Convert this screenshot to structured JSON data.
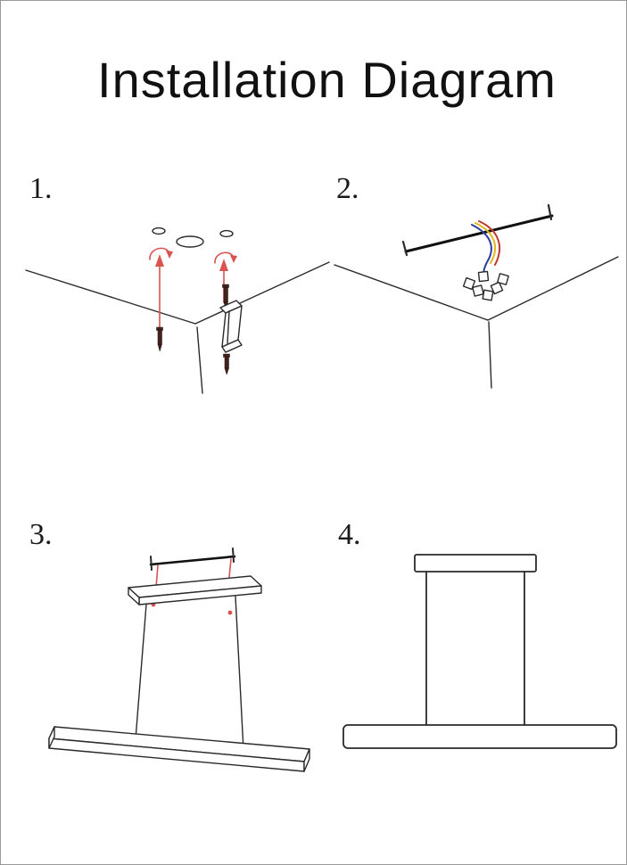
{
  "page": {
    "title": "Installation Diagram"
  },
  "steps": [
    {
      "label": "1."
    },
    {
      "label": "2."
    },
    {
      "label": "3."
    },
    {
      "label": "4."
    }
  ],
  "colors": {
    "line": "#2a2a2a",
    "accent_red": "#d9534f",
    "screw": "#45231c",
    "wire_blue": "#2b3f9e",
    "wire_yellow": "#e3b71e",
    "wire_red": "#c0392b",
    "border": "#9a9a9a"
  }
}
